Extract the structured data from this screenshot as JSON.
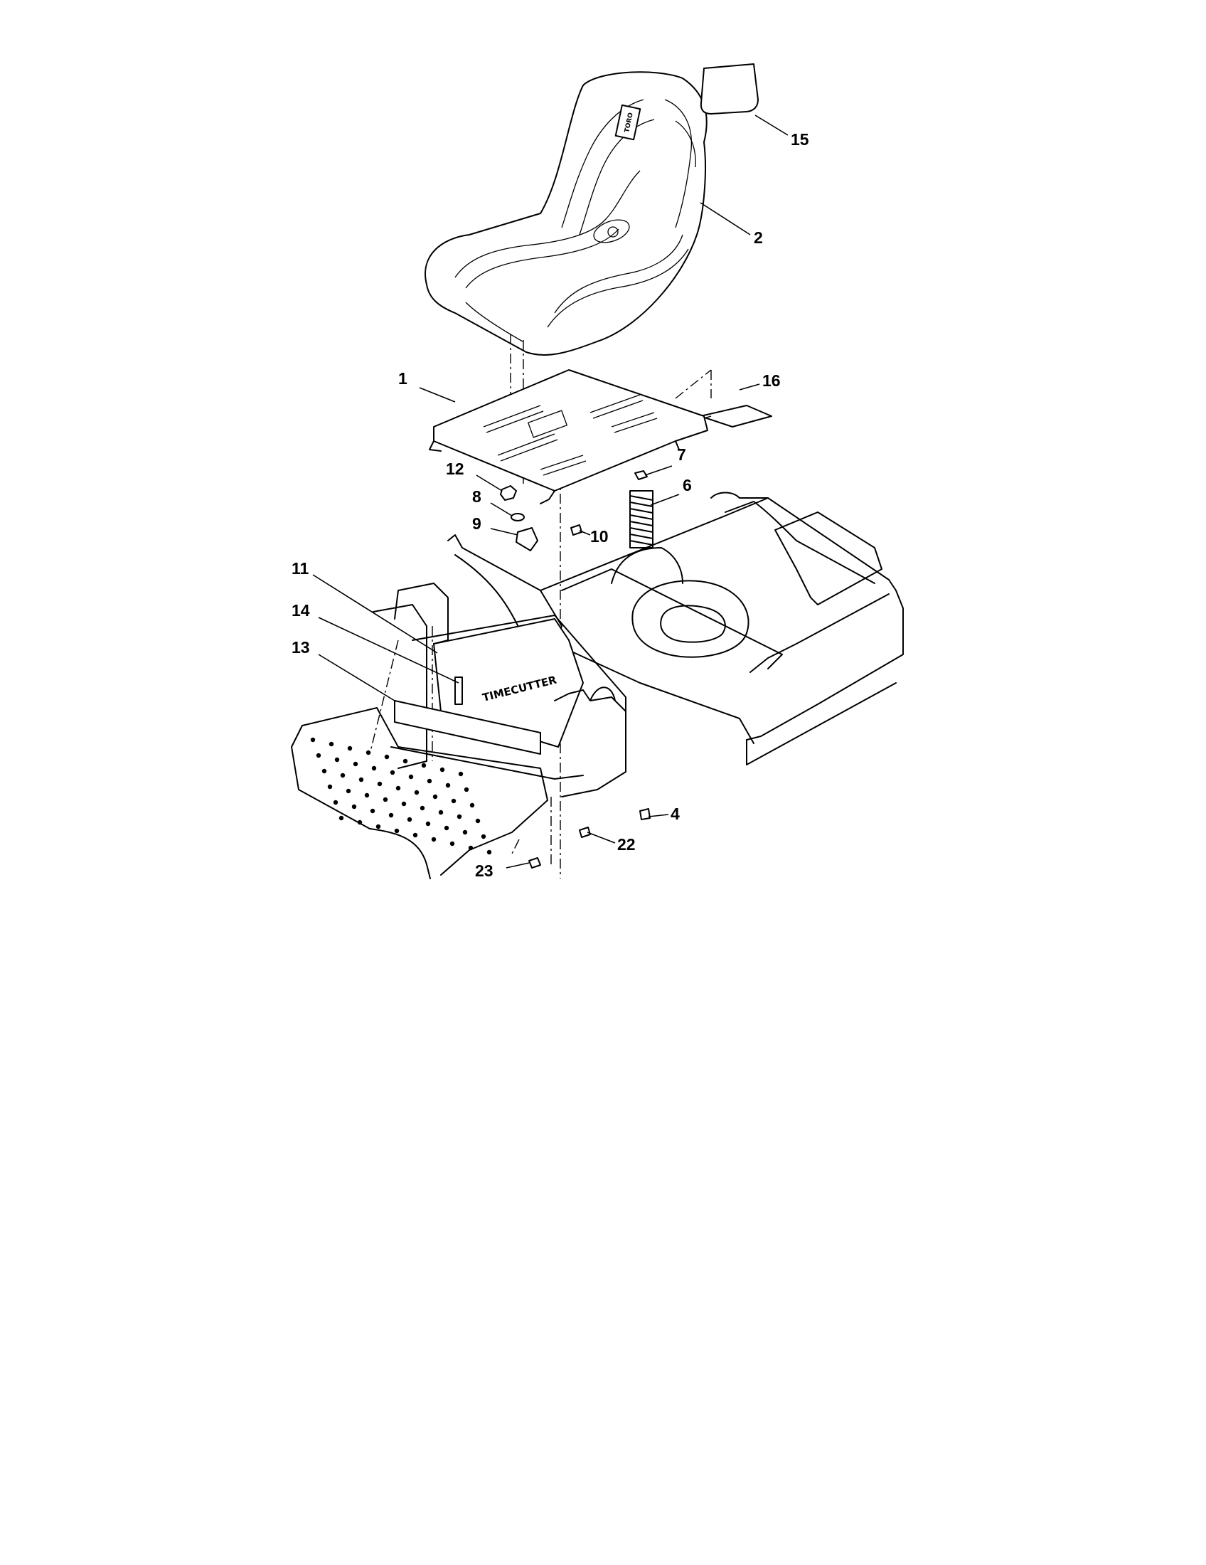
{
  "callouts": [
    {
      "id": "1",
      "label": "1"
    },
    {
      "id": "2",
      "label": "2"
    },
    {
      "id": "4",
      "label": "4"
    },
    {
      "id": "6",
      "label": "6"
    },
    {
      "id": "7",
      "label": "7"
    },
    {
      "id": "8",
      "label": "8"
    },
    {
      "id": "9",
      "label": "9"
    },
    {
      "id": "10",
      "label": "10"
    },
    {
      "id": "11",
      "label": "11"
    },
    {
      "id": "12",
      "label": "12"
    },
    {
      "id": "13",
      "label": "13"
    },
    {
      "id": "14",
      "label": "14"
    },
    {
      "id": "15",
      "label": "15"
    },
    {
      "id": "16",
      "label": "16"
    },
    {
      "id": "22",
      "label": "22"
    },
    {
      "id": "23",
      "label": "23"
    }
  ],
  "decals": {
    "seat_logo": "TORO",
    "panel_brand": "TIMECUTTER"
  }
}
